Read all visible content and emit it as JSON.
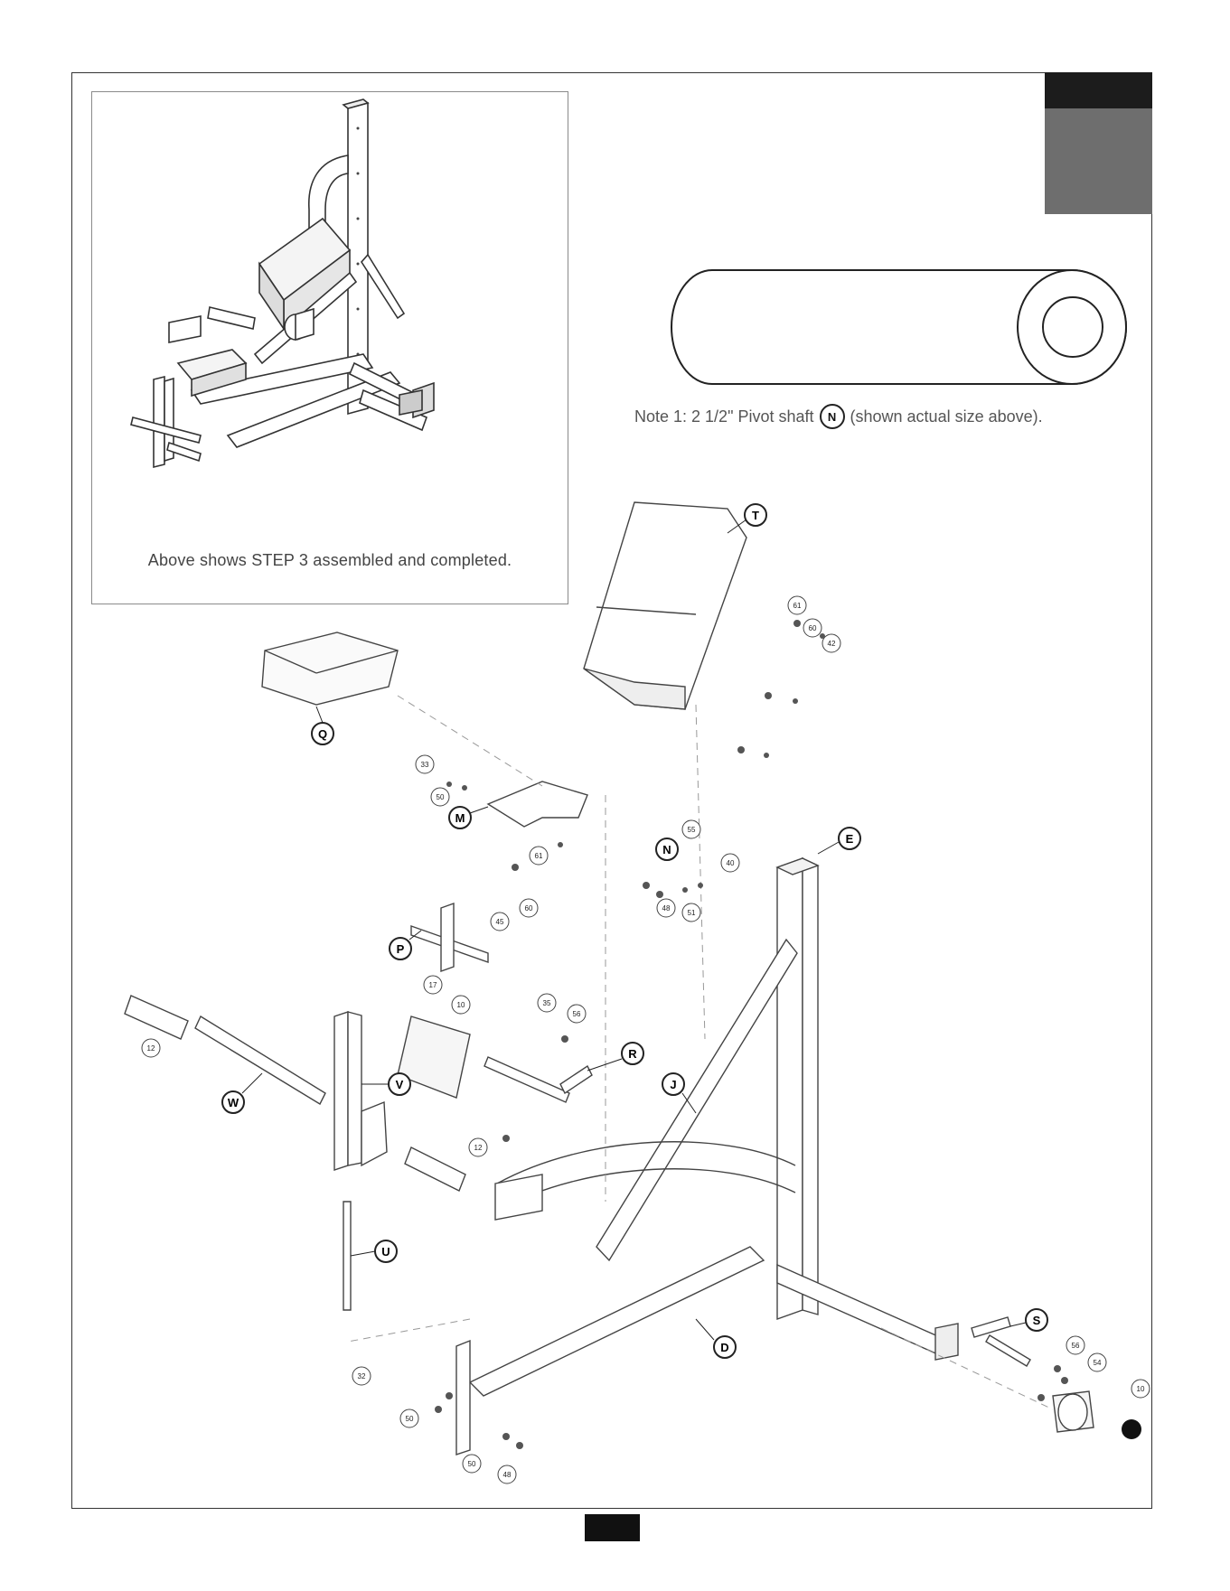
{
  "inset": {
    "caption": "Above shows STEP 3 assembled and completed."
  },
  "note": {
    "prefix": "Note 1:  2 1/2\" Pivot shaft",
    "part": "N",
    "suffix": "(shown actual size above)."
  },
  "parts": {
    "T": "T",
    "Q": "Q",
    "M": "M",
    "N": "N",
    "E": "E",
    "P": "P",
    "R": "R",
    "J": "J",
    "V": "V",
    "W": "W",
    "U": "U",
    "D": "D",
    "S": "S"
  },
  "numbers": {
    "n61a": "61",
    "n60a": "60",
    "n42": "42",
    "n33": "33",
    "n50a": "50",
    "n61b": "61",
    "n45": "45",
    "n60b": "60",
    "n55": "55",
    "n40": "40",
    "n48a": "48",
    "n51": "51",
    "n17": "17",
    "n10a": "10",
    "n35": "35",
    "n56a": "56",
    "n12a": "12",
    "n12b": "12",
    "n32": "32",
    "n50b": "50",
    "n50c": "50",
    "n48b": "48",
    "n56b": "56",
    "n54": "54",
    "n10b": "10"
  },
  "footer": {
    "mark": ""
  }
}
